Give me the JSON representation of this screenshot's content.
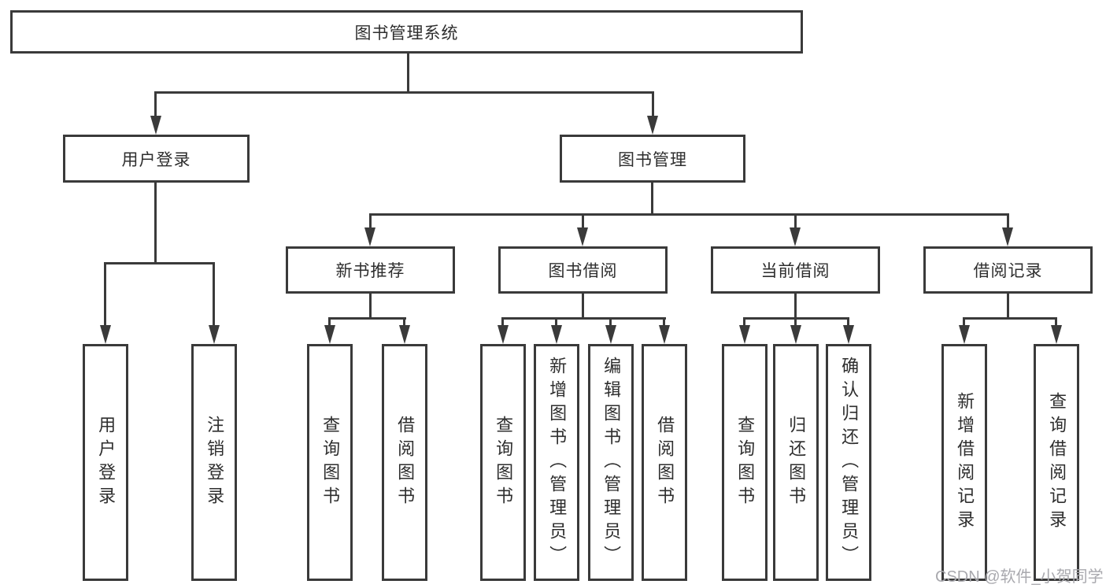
{
  "tree": {
    "label": "图书管理系统",
    "children": [
      {
        "label": "用户登录",
        "children": [
          {
            "label": "用户登录"
          },
          {
            "label": "注销登录"
          }
        ]
      },
      {
        "label": "图书管理",
        "children": [
          {
            "label": "新书推荐",
            "children": [
              {
                "label": "查询图书"
              },
              {
                "label": "借阅图书"
              }
            ]
          },
          {
            "label": "图书借阅",
            "children": [
              {
                "label": "查询图书"
              },
              {
                "label": "新增图书（管理员）"
              },
              {
                "label": "编辑图书（管理员）"
              },
              {
                "label": "借阅图书"
              }
            ]
          },
          {
            "label": "当前借阅",
            "children": [
              {
                "label": "查询图书"
              },
              {
                "label": "归还图书"
              },
              {
                "label": "确认归还（管理员）"
              }
            ]
          },
          {
            "label": "借阅记录",
            "children": [
              {
                "label": "新增借阅记录"
              },
              {
                "label": "查询借阅记录"
              }
            ]
          }
        ]
      }
    ]
  },
  "watermark": {
    "text": "CSDN @软件_小贺同学"
  },
  "colors": {
    "line": "#3a3a3a",
    "text": "#2e2e2e",
    "watermark": "#a9a9ae",
    "background": "#ffffff"
  }
}
